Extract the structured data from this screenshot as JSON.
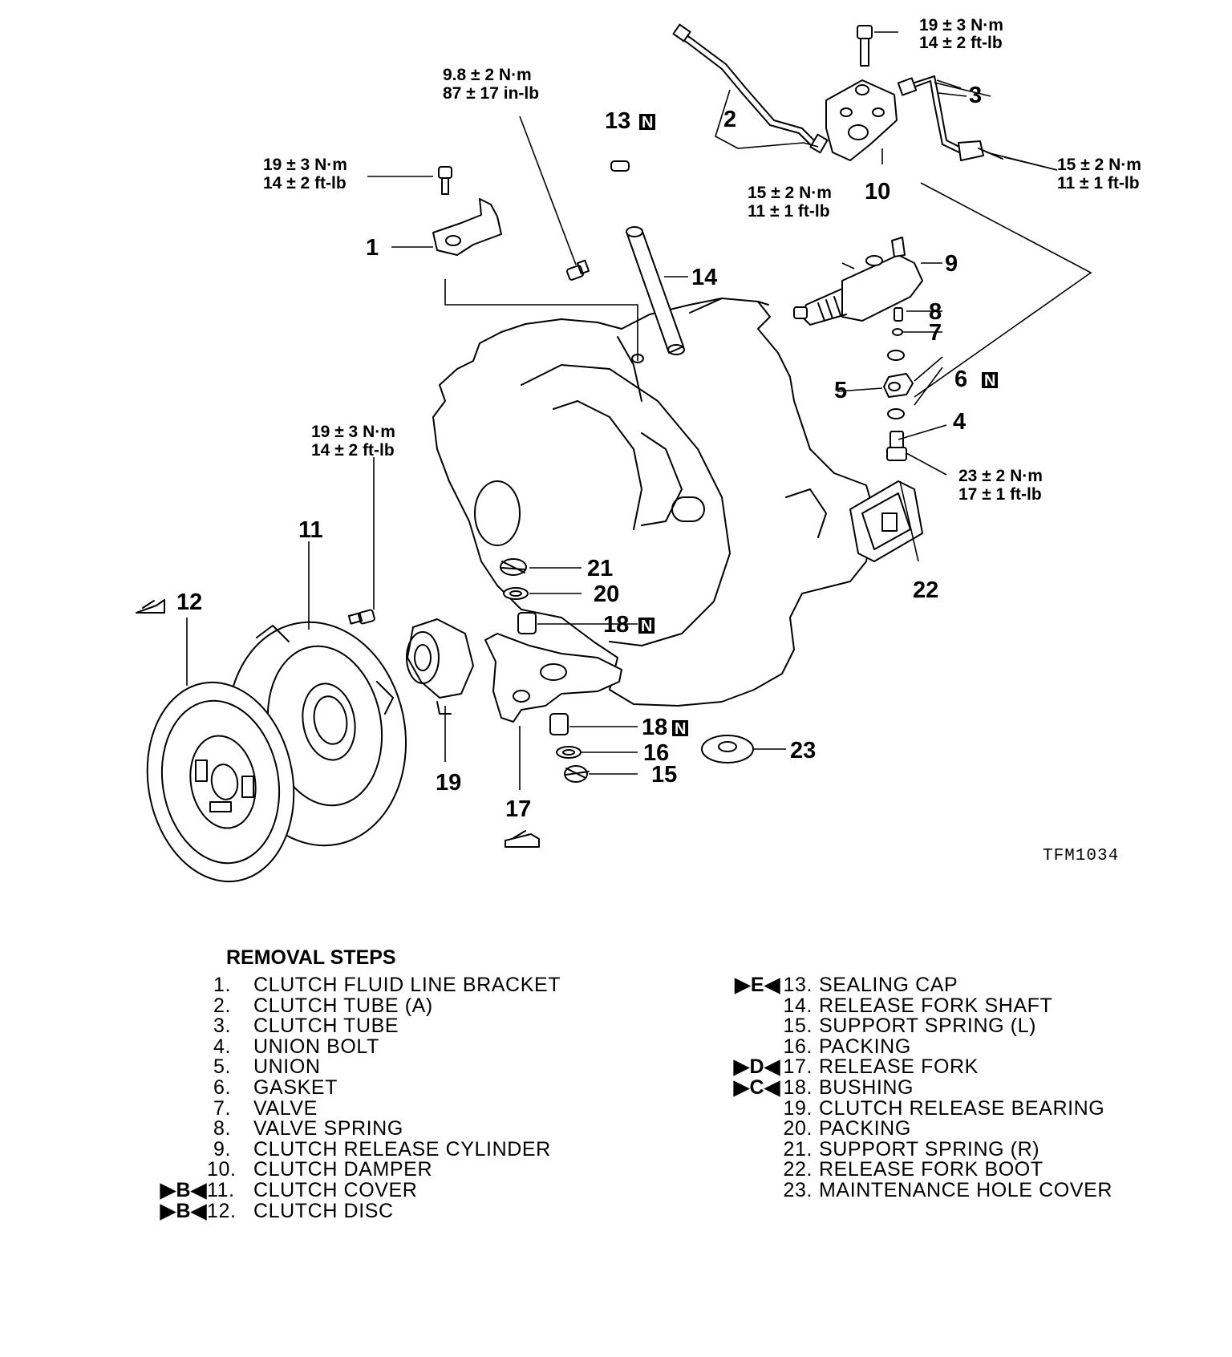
{
  "diagram": {
    "callouts": {
      "c1": "1",
      "c2": "2",
      "c3": "3",
      "c4": "4",
      "c5": "5",
      "c6": "6",
      "c7": "7",
      "c8": "8",
      "c9": "9",
      "c10": "10",
      "c11": "11",
      "c12": "12",
      "c13": "13",
      "c14": "14",
      "c15": "15",
      "c16": "16",
      "c17": "17",
      "c18a": "18",
      "c18b": "18",
      "c19": "19",
      "c20": "20",
      "c21": "21",
      "c22": "22",
      "c23": "23"
    },
    "new_part_mark": "N",
    "torques": {
      "t_pipe_bolt": [
        "19 ± 3 N·m",
        "14 ± 2 ft-lb"
      ],
      "t_pipe_flares": [
        "15 ± 2 N·m",
        "11 ± 1 ft-lb"
      ],
      "t_tube2": [
        "15 ± 2 N·m",
        "11 ± 1 ft-lb"
      ],
      "t_small_bolt": [
        "9.8 ± 2 N·m",
        "87 ± 17 in-lb"
      ],
      "t_bracket_bolt": [
        "19 ± 3 N·m",
        "14 ± 2 ft-lb"
      ],
      "t_cover_bolt": [
        "19 ± 3 N·m",
        "14 ± 2 ft-lb"
      ],
      "t_union_bolt": [
        "23 ± 2 N·m",
        "17 ± 1 ft-lb"
      ]
    },
    "figure_id": "TFM1034"
  },
  "removal_steps": {
    "title": "REMOVAL STEPS",
    "left": [
      {
        "mark": "",
        "num": "1.",
        "name": "CLUTCH FLUID LINE BRACKET"
      },
      {
        "mark": "",
        "num": "2.",
        "name": "CLUTCH TUBE (A)"
      },
      {
        "mark": "",
        "num": "3.",
        "name": "CLUTCH TUBE"
      },
      {
        "mark": "",
        "num": "4.",
        "name": "UNION BOLT"
      },
      {
        "mark": "",
        "num": "5.",
        "name": "UNION"
      },
      {
        "mark": "",
        "num": "6.",
        "name": "GASKET"
      },
      {
        "mark": "",
        "num": "7.",
        "name": "VALVE"
      },
      {
        "mark": "",
        "num": "8.",
        "name": "VALVE SPRING"
      },
      {
        "mark": "",
        "num": "9.",
        "name": "CLUTCH RELEASE CYLINDER"
      },
      {
        "mark": "",
        "num": "10.",
        "name": "CLUTCH DAMPER"
      },
      {
        "mark": "▶B◀",
        "num": "11.",
        "name": "CLUTCH COVER"
      },
      {
        "mark": "▶B◀",
        "num": "12.",
        "name": "CLUTCH DISC"
      }
    ],
    "right": [
      {
        "mark": "▶E◀",
        "num": "13.",
        "name": "SEALING CAP"
      },
      {
        "mark": "",
        "num": "14.",
        "name": "RELEASE FORK SHAFT"
      },
      {
        "mark": "",
        "num": "15.",
        "name": "SUPPORT SPRING (L)"
      },
      {
        "mark": "",
        "num": "16.",
        "name": "PACKING"
      },
      {
        "mark": "▶D◀",
        "num": "17.",
        "name": "RELEASE FORK"
      },
      {
        "mark": "▶C◀",
        "num": "18.",
        "name": "BUSHING"
      },
      {
        "mark": "",
        "num": "19.",
        "name": "CLUTCH RELEASE BEARING"
      },
      {
        "mark": "",
        "num": "20.",
        "name": "PACKING"
      },
      {
        "mark": "",
        "num": "21.",
        "name": "SUPPORT SPRING (R)"
      },
      {
        "mark": "",
        "num": "22.",
        "name": "RELEASE FORK BOOT"
      },
      {
        "mark": "",
        "num": "23.",
        "name": "MAINTENANCE HOLE COVER"
      }
    ]
  }
}
